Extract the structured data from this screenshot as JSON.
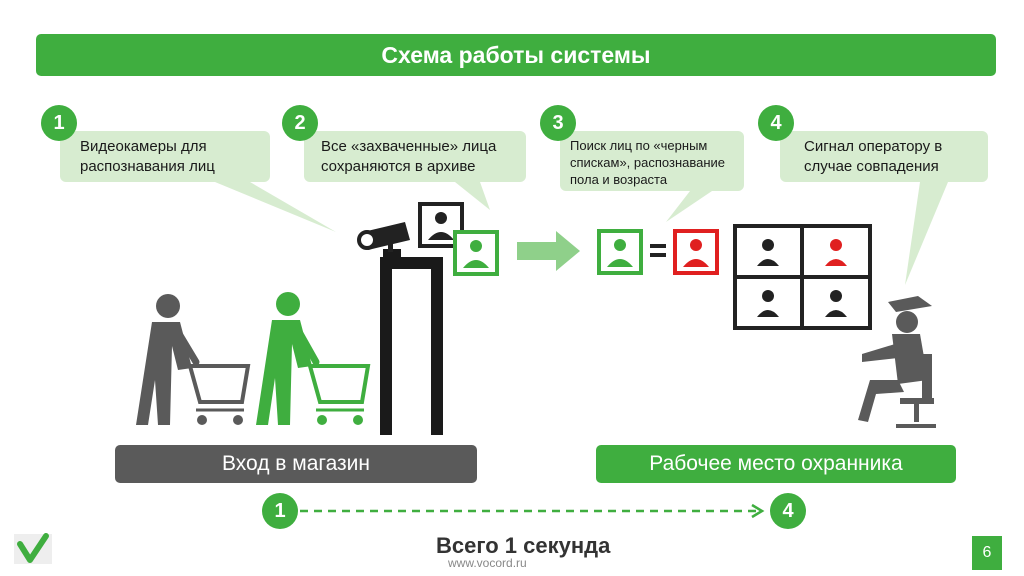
{
  "title": "Схема работы системы",
  "steps": [
    {
      "num": "1",
      "text": "Видеокамеры для распознавания лиц"
    },
    {
      "num": "2",
      "text": "Все «захваченные» лица сохраняются в архиве"
    },
    {
      "num": "3",
      "text": "Поиск лиц по «черным спискам», распознавание пола и возраста"
    },
    {
      "num": "4",
      "text": "Сигнал оператору в случае совпадения"
    }
  ],
  "bars": {
    "entrance": "Вход в магазин",
    "guard": "Рабочее место охранника"
  },
  "timeline": {
    "start": "1",
    "end": "4"
  },
  "footer": {
    "total": "Всего 1 секунда",
    "url": "www.vocord.ru"
  },
  "page_number": "6",
  "colors": {
    "green": "#3fae3f",
    "light_green": "#d7ecd0",
    "red": "#e02020",
    "dark": "#222222",
    "gray": "#5a5a5a"
  }
}
